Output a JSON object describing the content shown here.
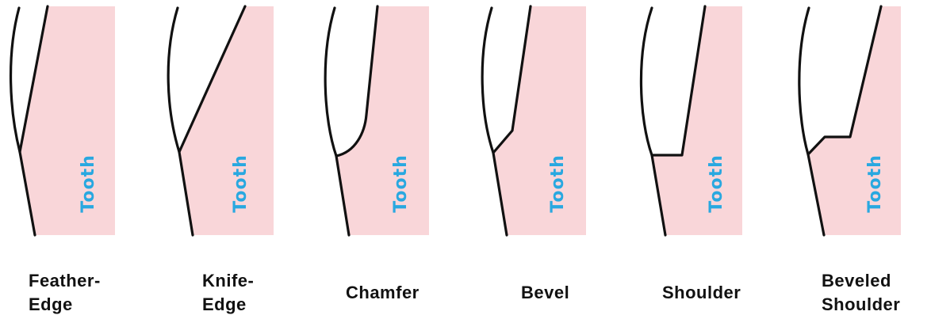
{
  "tooth_label": "Tooth",
  "colors": {
    "tooth_fill": "#f9d6d9",
    "label": "#29a8e0",
    "outline": "#111111"
  },
  "panels": [
    {
      "id": "feather-edge",
      "caption": [
        "Feather-",
        "Edge"
      ]
    },
    {
      "id": "knife-edge",
      "caption": [
        "Knife-",
        "Edge"
      ]
    },
    {
      "id": "chamfer",
      "caption": [
        "Chamfer"
      ]
    },
    {
      "id": "bevel",
      "caption": [
        "Bevel"
      ]
    },
    {
      "id": "shoulder",
      "caption": [
        "Shoulder"
      ]
    },
    {
      "id": "beveled-shoulder",
      "caption": [
        "Beveled",
        "Shoulder"
      ]
    }
  ]
}
